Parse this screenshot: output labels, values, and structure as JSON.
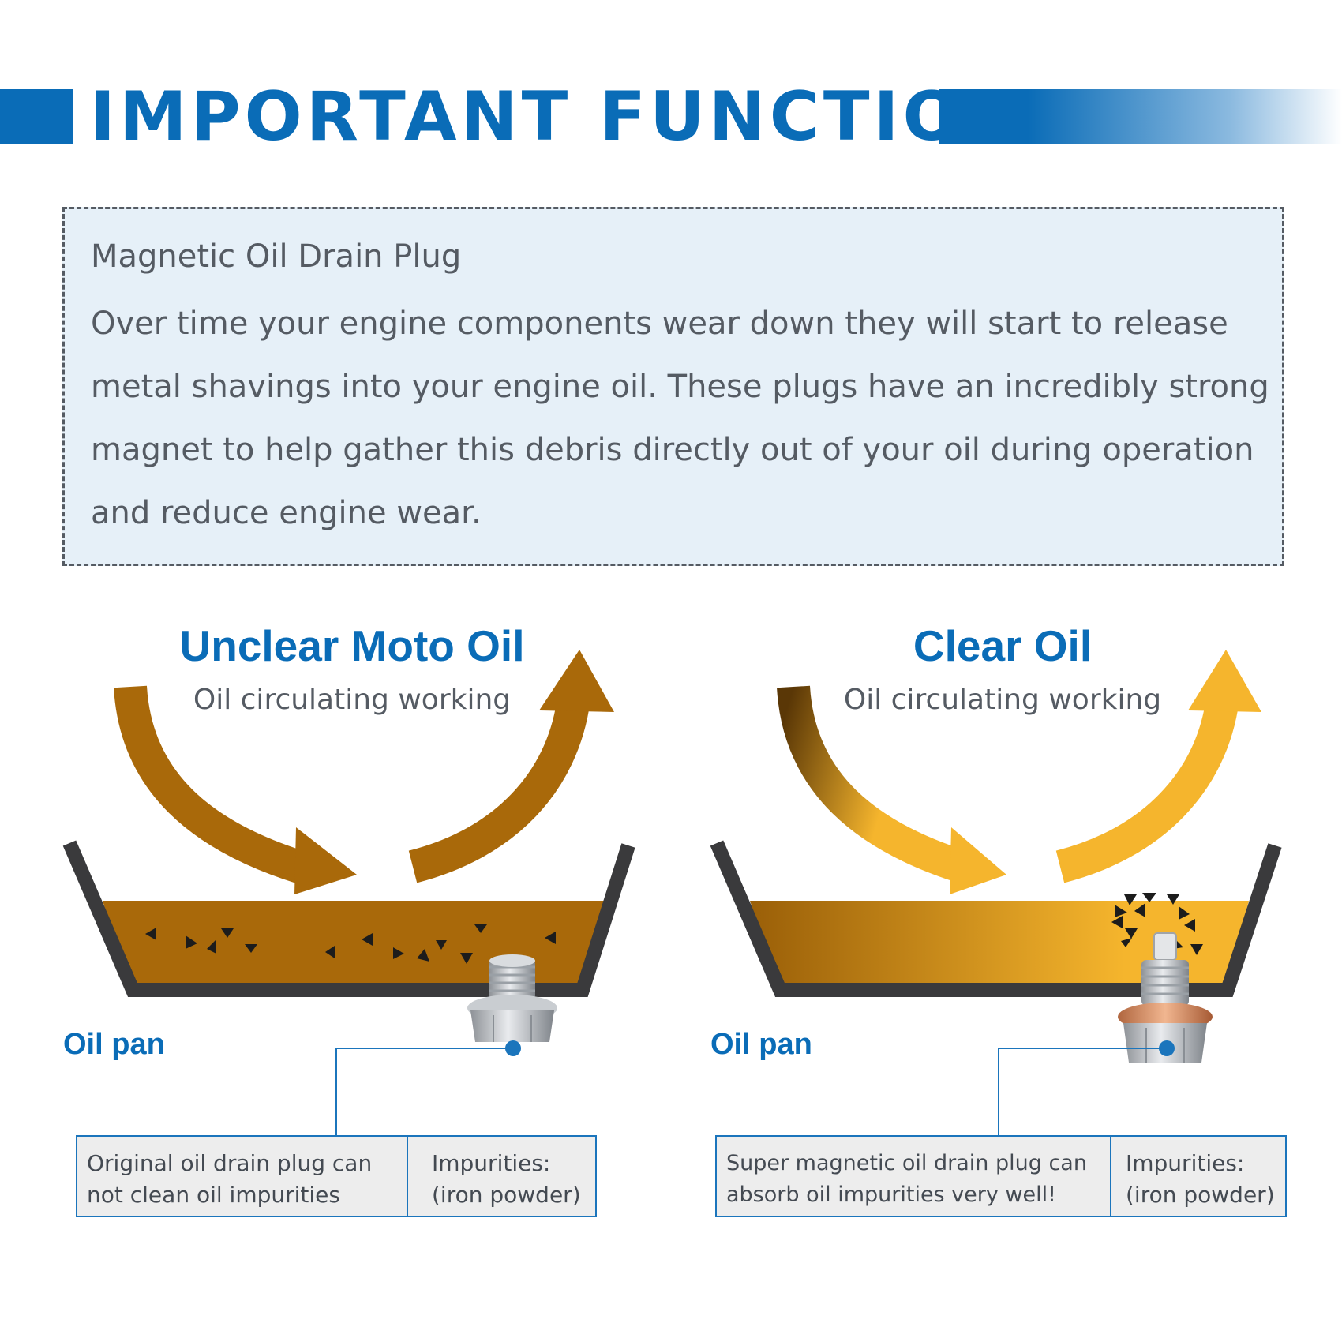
{
  "header": {
    "title": "IMPORTANT FUNCTION",
    "accent": "#0a6cb7"
  },
  "description": {
    "title": "Magnetic Oil Drain Plug",
    "body": "Over time your engine components wear down they will start to release metal shavings into your engine oil. These plugs have an incredibly strong magnet to help gather this debris directly out of your oil during operation and reduce engine wear."
  },
  "panels": [
    {
      "title": "Unclear Moto Oil",
      "subtitle": "Oil circulating working",
      "pan_label": "Oil pan",
      "callout_left": "Original oil drain plug can not clean oil impurities",
      "callout_right": "Impurities: (iron powder)",
      "oil_color": "#a9690a"
    },
    {
      "title": "Clear Oil",
      "subtitle": "Oil circulating working",
      "pan_label": "Oil pan",
      "callout_left": "Super magnetic oil drain plug can absorb oil impurities very well!",
      "callout_right": "Impurities: (iron powder)",
      "oil_color": "#f5b52d"
    }
  ]
}
